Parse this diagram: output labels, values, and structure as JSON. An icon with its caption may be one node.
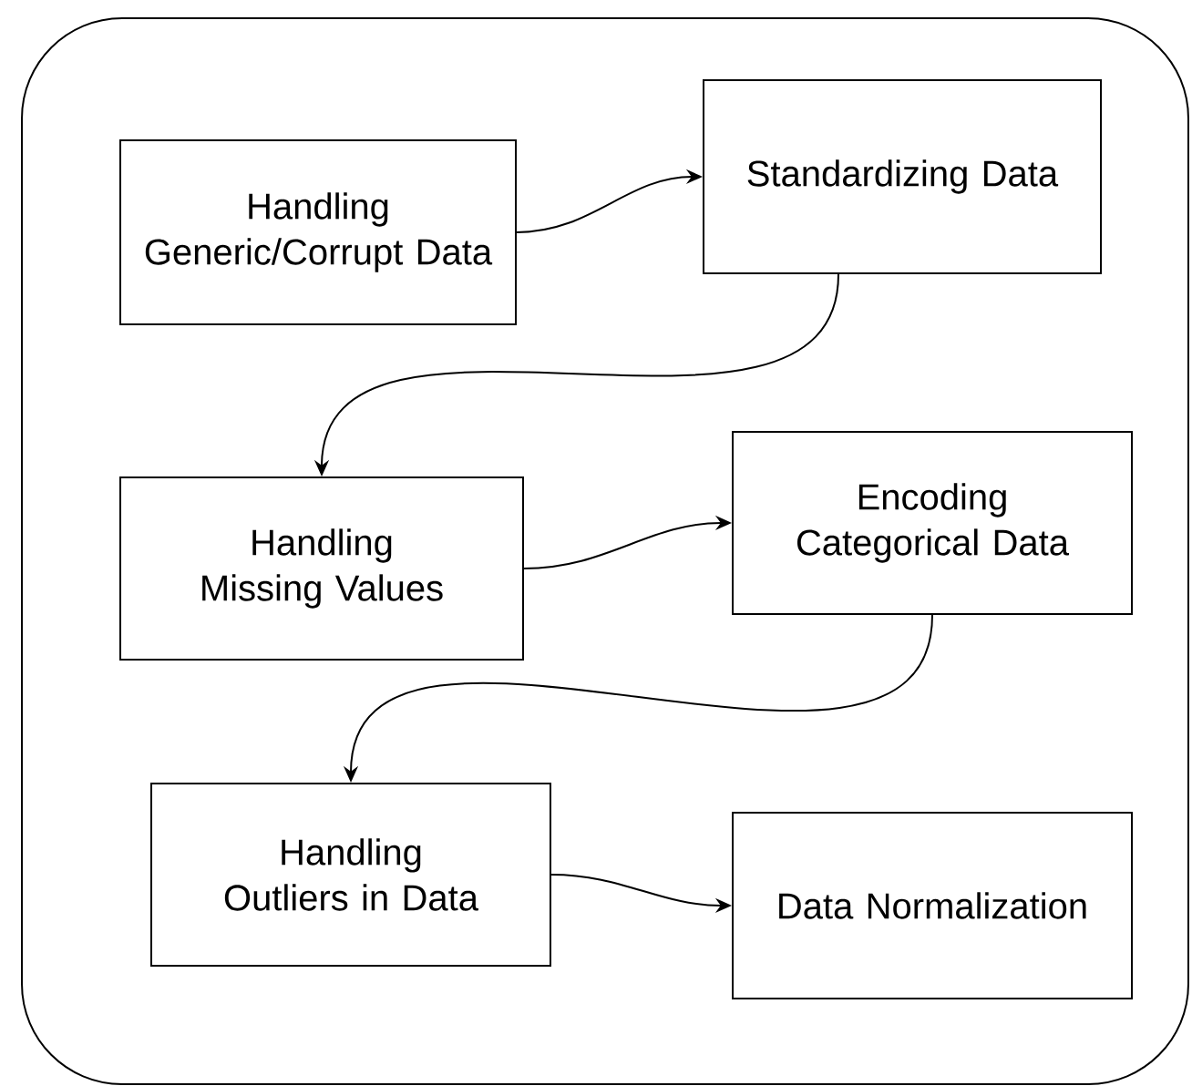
{
  "diagram": {
    "nodes": [
      {
        "text": [],
        "shape": "box"
      },
      {
        "text": [
          "Handling Generic/Corrupt Data"
        ],
        "in": 0
      },
      {
        "text": [
          "Standardizing Data"
        ],
        "in": 0
      },
      {
        "text": [
          "Handling Missing Values"
        ],
        "in": 0
      },
      {
        "text": [
          "Encoding Categorical Data"
        ],
        "in": 0
      },
      {
        "text": [
          "Handling Outliers in Data"
        ],
        "in": 0
      },
      {
        "text": [
          "Data Normalization"
        ],
        "in": 0
      }
    ],
    "edges": [
      {
        "from": 1,
        "to": 2,
        "arrow": "to"
      },
      {
        "from": 2,
        "to": 3,
        "arrow": "to"
      },
      {
        "from": 3,
        "to": 4,
        "arrow": "to"
      },
      {
        "from": 4,
        "to": 5,
        "arrow": "to"
      },
      {
        "from": 5,
        "to": 6,
        "arrow": "to"
      }
    ]
  }
}
